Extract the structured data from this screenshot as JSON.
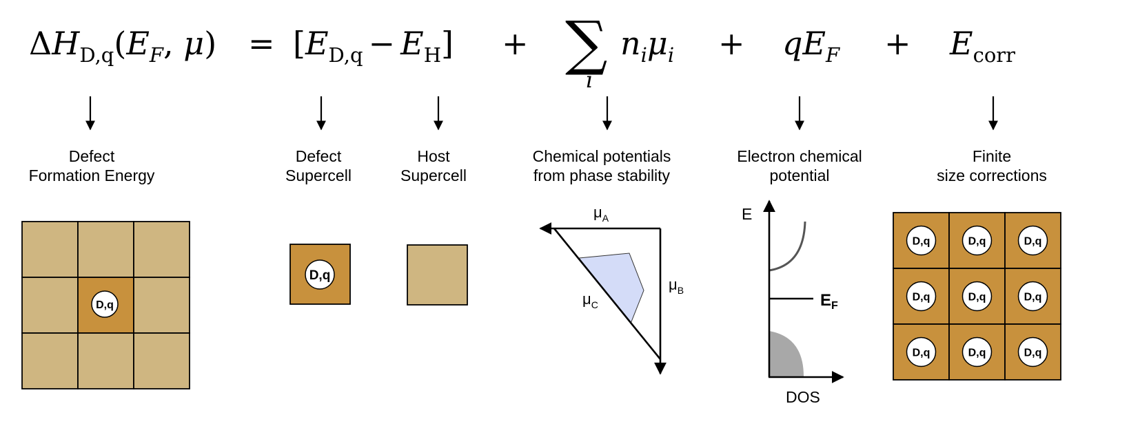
{
  "equation": {
    "lhs": {
      "delta": "Δ",
      "symbol": "H",
      "subscript": "D,q",
      "args_open": "(",
      "arg1": "E",
      "arg1_sub": "F",
      "comma": ", ",
      "arg2": "μ",
      "args_close": ")"
    },
    "equals": "=",
    "bracket_open": "[",
    "term1": "E",
    "term1_sub": "D,q",
    "minus": "−",
    "term2": "E",
    "term2_sub": "H",
    "bracket_close": "]",
    "plus": "+",
    "sum_symbol": "∑",
    "sum_index": "i",
    "sum_body_n": "n",
    "sum_body_n_sub": "i",
    "sum_body_mu": "μ",
    "sum_body_mu_sub": "i",
    "charge_q": "q",
    "charge_E": "E",
    "charge_E_sub": "F",
    "corr_E": "E",
    "corr_sub": "corr"
  },
  "captions": {
    "formation": [
      "Defect",
      "Formation Energy"
    ],
    "defect_cell": [
      "Defect",
      "Supercell"
    ],
    "host_cell": [
      "Host",
      "Supercell"
    ],
    "chem_pot": [
      "Chemical potentials",
      "from phase stability"
    ],
    "electron": [
      "Electron chemical",
      "potential"
    ],
    "finite": [
      "Finite",
      "size corrections"
    ]
  },
  "defect_label": "D,q",
  "phase_diagram": {
    "mu_a": "μ",
    "mu_a_sub": "A",
    "mu_b": "μ",
    "mu_b_sub": "B",
    "mu_c": "μ",
    "mu_c_sub": "C"
  },
  "dos_plot": {
    "y_label": "E",
    "x_label": "DOS",
    "fermi_label": "E",
    "fermi_sub": "F"
  },
  "colors": {
    "host_tan": "#cfb681",
    "defect_brown": "#c8913d",
    "stable_region": "#d4dcf8",
    "valence_fill": "#a8a8a8",
    "conduction_line": "#555555"
  }
}
